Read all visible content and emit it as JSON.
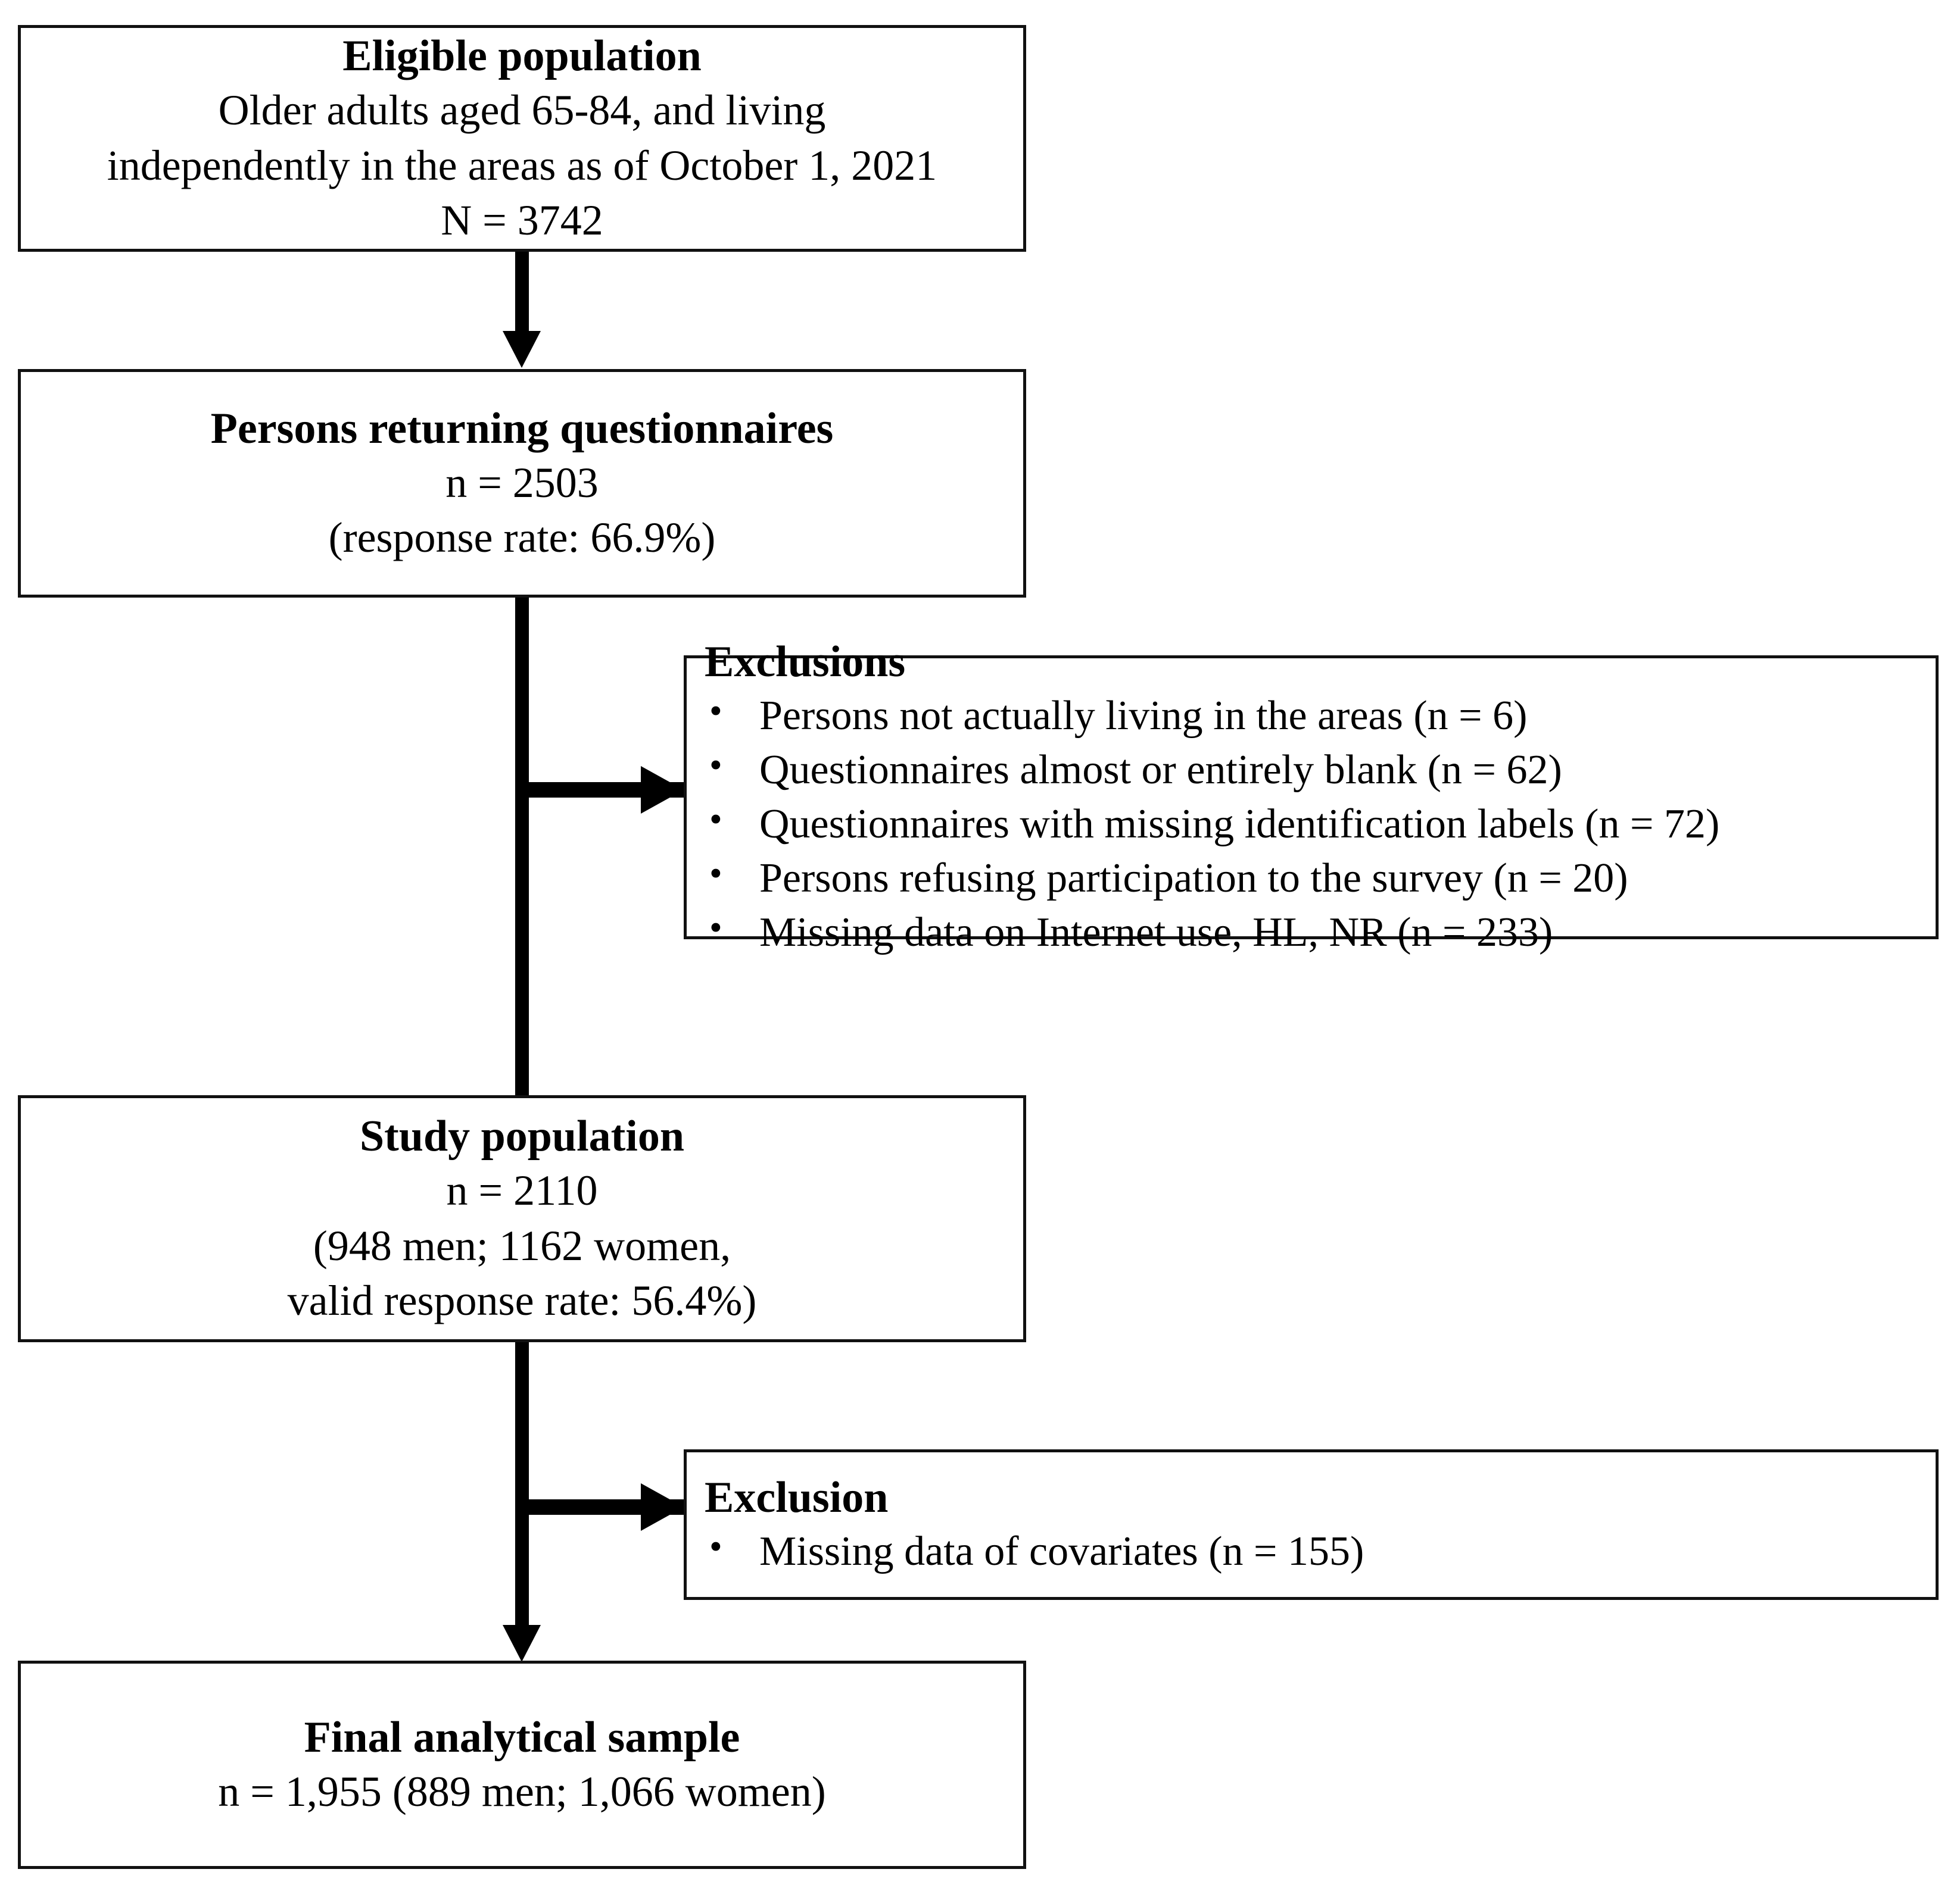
{
  "diagram": {
    "type": "study-participant-flowchart",
    "nodes": {
      "eligible": {
        "title": "Eligible population",
        "line1": "Older adults aged 65-84, and living",
        "line2": "independently in the areas as of October 1, 2021",
        "line3": "N = 3742"
      },
      "returning": {
        "title": "Persons returning questionnaires",
        "line1": "n = 2503",
        "line2": "(response rate: 66.9%)"
      },
      "exclusions": {
        "title": "Exclusions",
        "items": [
          "Persons not actually living in the areas (n = 6)",
          "Questionnaires almost or entirely blank (n = 62)",
          "Questionnaires with missing identification labels (n = 72)",
          "Persons refusing participation to the survey (n = 20)",
          "Missing data on Internet use, HL, NR (n = 233)"
        ]
      },
      "study": {
        "title": "Study population",
        "line1": "n = 2110",
        "line2": "(948 men; 1162 women,",
        "line3": "valid response rate: 56.4%)"
      },
      "exclusion2": {
        "title": "Exclusion",
        "items": [
          "Missing data of covariates (n = 155)"
        ]
      },
      "final": {
        "title": "Final analytical sample",
        "line1": "n = 1,955 (889 men; 1,066 women)"
      }
    },
    "colors": {
      "stroke": "#111111",
      "fill": "#ffffff",
      "text": "#000000",
      "connector": "#000000"
    }
  }
}
